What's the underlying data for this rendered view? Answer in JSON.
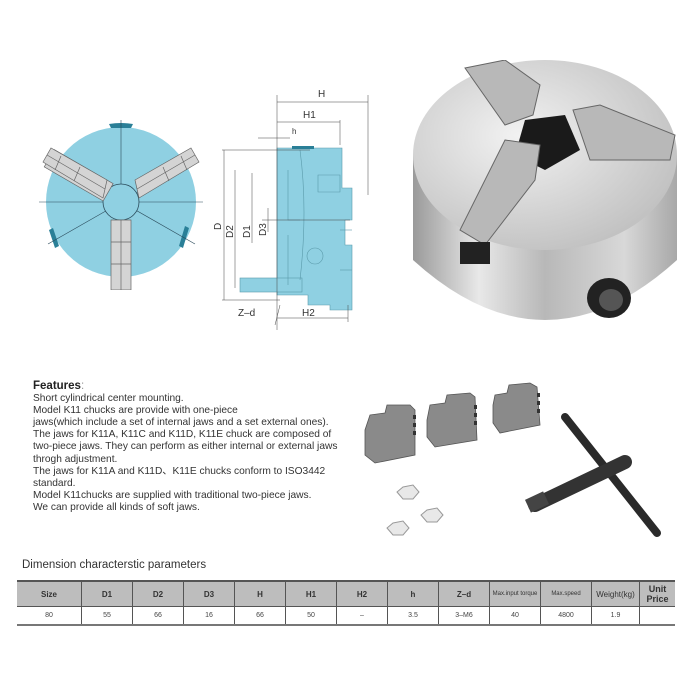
{
  "diagram_front": {
    "alt": "Front view of three-jaw chuck diagram"
  },
  "diagram_side": {
    "labels": {
      "H": "H",
      "H1": "H1",
      "h": "h",
      "D": "D",
      "D2": "D2",
      "D1": "D1",
      "D3": "D3",
      "Zd": "Z–d",
      "H2": "H2"
    }
  },
  "photo_chuck": {
    "alt": "Three-jaw lathe chuck photo"
  },
  "features": {
    "title": "Features",
    "title_suffix": ":",
    "lines": [
      "Short cylindrical center mounting.",
      "Model K11 chucks are provide with one-piece",
      "jaws(which include a set of internal jaws and a set external ones).",
      "The jaws for K11A, K11C and K11D, K11E chuck are composed of",
      "two-piece jaws. They can perform as either internal or external jaws",
      "throgh adjustment.",
      "The jaws for K11A and K11D、K11E chucks conform to ISO3442",
      "standard.",
      "Model K11chucks are supplied with traditional two-piece jaws.",
      "We can provide all kinds of soft jaws."
    ]
  },
  "accessories": {
    "alt": "Spare jaws, nuts and chuck key"
  },
  "table": {
    "title": "Dimension characterstic parameters",
    "headers": [
      "Size",
      "D1",
      "D2",
      "D3",
      "H",
      "H1",
      "H2",
      "h",
      "Z–d",
      "Max.input torque",
      "Max.speed",
      "Weight(kg)",
      "Unit Price"
    ],
    "rows": [
      [
        "80",
        "55",
        "66",
        "16",
        "66",
        "50",
        "–",
        "3.5",
        "3–M6",
        "40",
        "4800",
        "1.9",
        ""
      ]
    ]
  },
  "colors": {
    "diagram_blue": "#8fd0e2",
    "diagram_line": "#2a4a5a",
    "jaw_gray": "#d4d4d4",
    "header_gray": "#bdbdbd"
  }
}
